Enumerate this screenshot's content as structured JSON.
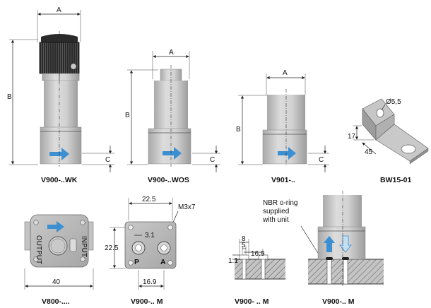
{
  "labels": {
    "A": "A",
    "B": "B",
    "C": "C",
    "dia_5_5": "Ø5,5",
    "d17": "17",
    "d45": "45",
    "d22_5_top": "22.5",
    "m3x7": "M3x7",
    "d3_1": "3.1",
    "d22_5_side": "22.5",
    "P": "P",
    "A_port": "A",
    "d16_9": "16.9",
    "d40": "40",
    "d8": "8",
    "d5": "5",
    "d16_9_b": "16.9",
    "d1_1": "1.1",
    "output": "OUTPUT",
    "input": "INPUT",
    "nbr_note": [
      "NBR o-ring",
      "supplied",
      "with unit"
    ]
  },
  "captions": {
    "wk": "V900-..WK",
    "wos": "V900-..WOS",
    "v901": "V901-..",
    "bw": "BW15-01",
    "v800": "V800-....",
    "m1": "V900-.. M",
    "m2": "V900- .. M",
    "m3": "V900-.. M"
  },
  "colors": {
    "body_light": "#d4d4d4",
    "body_mid": "#b4b4b4",
    "knob_dark": "#333333",
    "arrow_blue": "#3c8fd0",
    "arrow_light": "#c4def2"
  }
}
